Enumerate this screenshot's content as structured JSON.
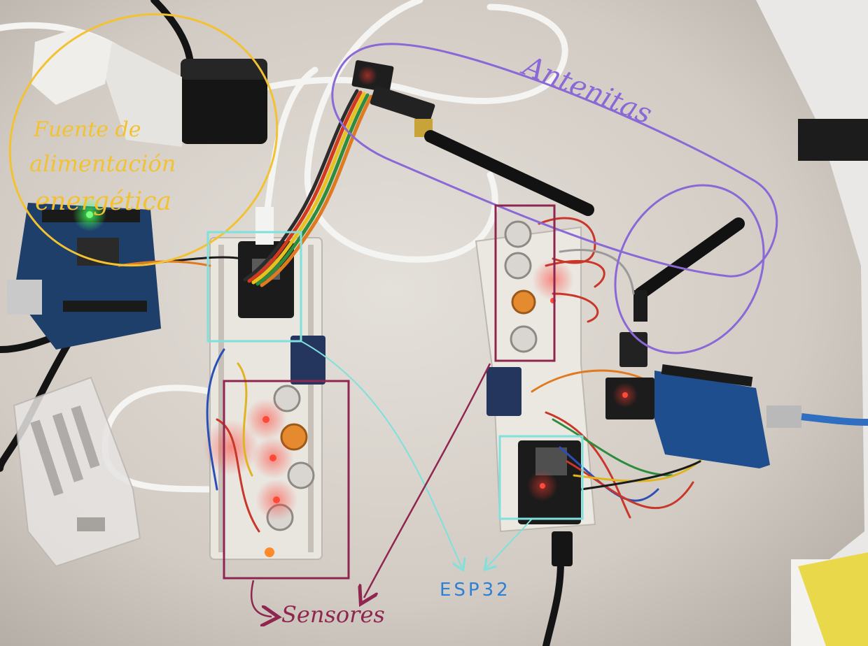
{
  "annotations": {
    "power_label_line1": "Fuente de",
    "power_label_line2": "alimentación",
    "power_label_line3": "energética",
    "antennas_label": "Antenitas",
    "sensors_label": "Sensores",
    "esp32_label": "ESP32"
  },
  "colors": {
    "power_annotation": "#f2c233",
    "antennas_annotation": "#8a68d6",
    "sensors_annotation": "#8e2650",
    "esp32_annotation": "#7fe0dc"
  },
  "icons": [
    "arrow-to-sensors",
    "arrow-to-esp32"
  ]
}
